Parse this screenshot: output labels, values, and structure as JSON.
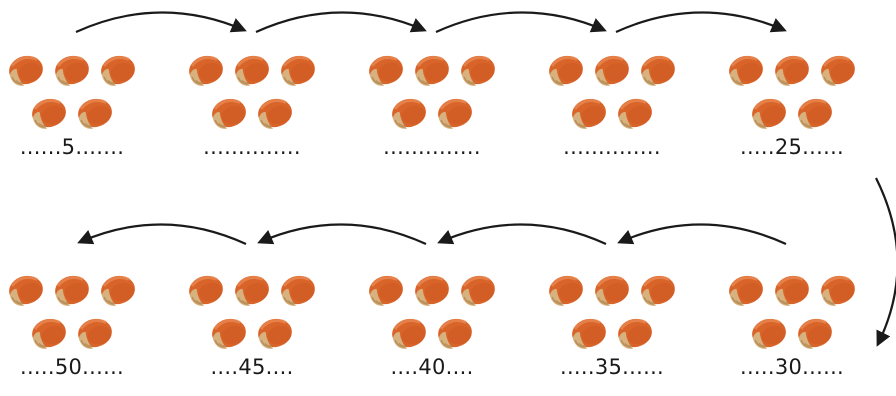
{
  "colors": {
    "nut_shell": "#D9642A",
    "nut_shell_dark": "#B94C1C",
    "nut_cap": "#D7B27F",
    "nut_cap_dark": "#B88D58",
    "arrow": "#1a1a1a"
  },
  "items_per_group": 5,
  "rows": [
    {
      "direction": "right",
      "groups": [
        {
          "label": "......5......."
        },
        {
          "label": ".............."
        },
        {
          "label": ".............."
        },
        {
          "label": ".............."
        },
        {
          "label": ".....25......"
        }
      ]
    },
    {
      "direction": "left",
      "groups": [
        {
          "label": ".....50......"
        },
        {
          "label": "....45...."
        },
        {
          "label": "....40...."
        },
        {
          "label": ".....35......"
        },
        {
          "label": ".....30......"
        }
      ]
    }
  ]
}
